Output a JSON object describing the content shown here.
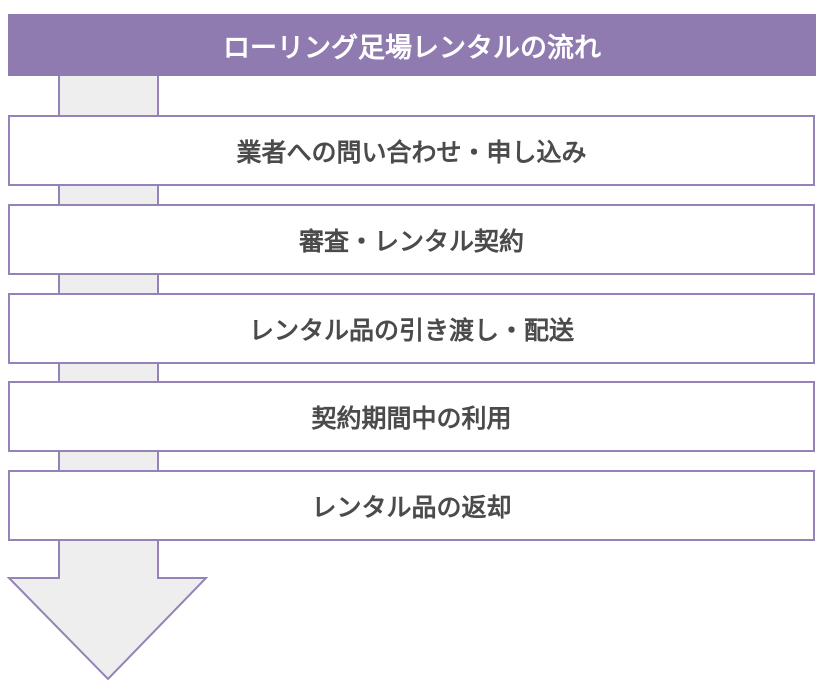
{
  "title": "ローリング足場レンタルの流れ",
  "steps": [
    {
      "label": "業者への問い合わせ・申し込み"
    },
    {
      "label": "審査・レンタル契約"
    },
    {
      "label": "レンタル品の引き渡し・配送"
    },
    {
      "label": "契約期間中の利用"
    },
    {
      "label": "レンタル品の返却"
    }
  ],
  "colors": {
    "header_bg": "#8f7bb0",
    "border": "#9582b6",
    "arrow_fill": "#eeeeee",
    "text": "#4b4b4b"
  }
}
